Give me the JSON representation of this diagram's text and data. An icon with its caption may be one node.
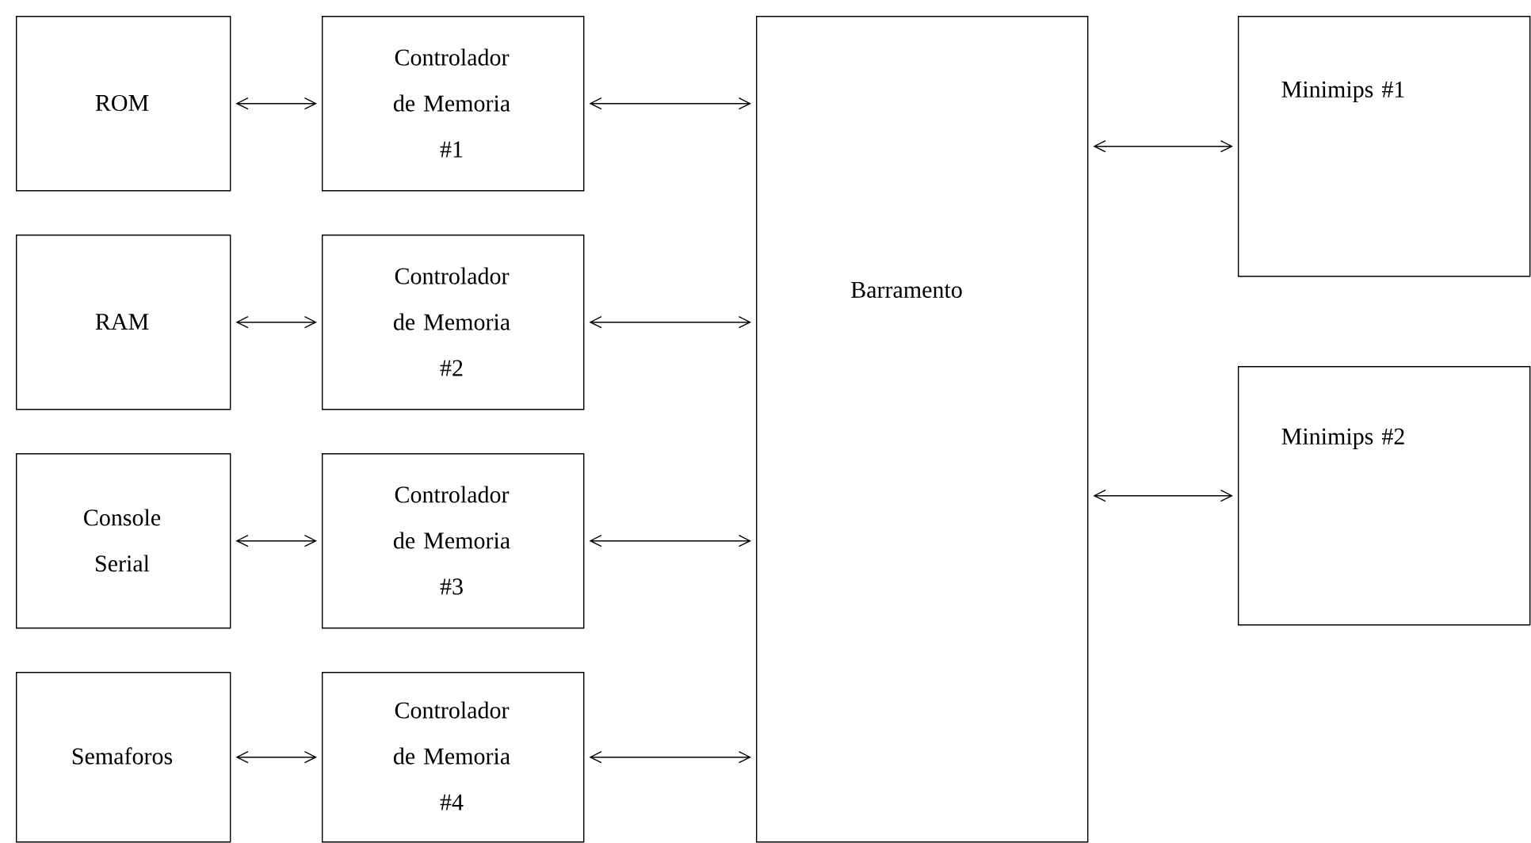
{
  "diagram": {
    "nodes": [
      {
        "text": [
          "ROM"
        ]
      },
      {
        "text": [
          "Controlador de Memoria #1"
        ]
      },
      {
        "text": [
          "RAM"
        ]
      },
      {
        "text": [
          "Controlador de Memoria #2"
        ]
      },
      {
        "text": [
          "Console Serial"
        ]
      },
      {
        "text": [
          "Controlador de Memoria #3"
        ]
      },
      {
        "text": [
          "Semaforos"
        ]
      },
      {
        "text": [
          "Controlador de Memoria #4"
        ]
      },
      {
        "text": [
          "Barramento"
        ]
      },
      {
        "text": [
          "Minimips #1"
        ]
      },
      {
        "text": [
          "Minimips #2"
        ]
      }
    ],
    "edges": [
      {
        "from": 0,
        "to": 1,
        "arrow": "both"
      },
      {
        "from": 1,
        "to": 8,
        "arrow": "both"
      },
      {
        "from": 2,
        "to": 3,
        "arrow": "both"
      },
      {
        "from": 3,
        "to": 8,
        "arrow": "both"
      },
      {
        "from": 4,
        "to": 5,
        "arrow": "both"
      },
      {
        "from": 5,
        "to": 8,
        "arrow": "both"
      },
      {
        "from": 6,
        "to": 7,
        "arrow": "both"
      },
      {
        "from": 7,
        "to": 8,
        "arrow": "both"
      },
      {
        "from": 8,
        "to": 9,
        "arrow": "both"
      },
      {
        "from": 8,
        "to": 10,
        "arrow": "both"
      }
    ]
  }
}
